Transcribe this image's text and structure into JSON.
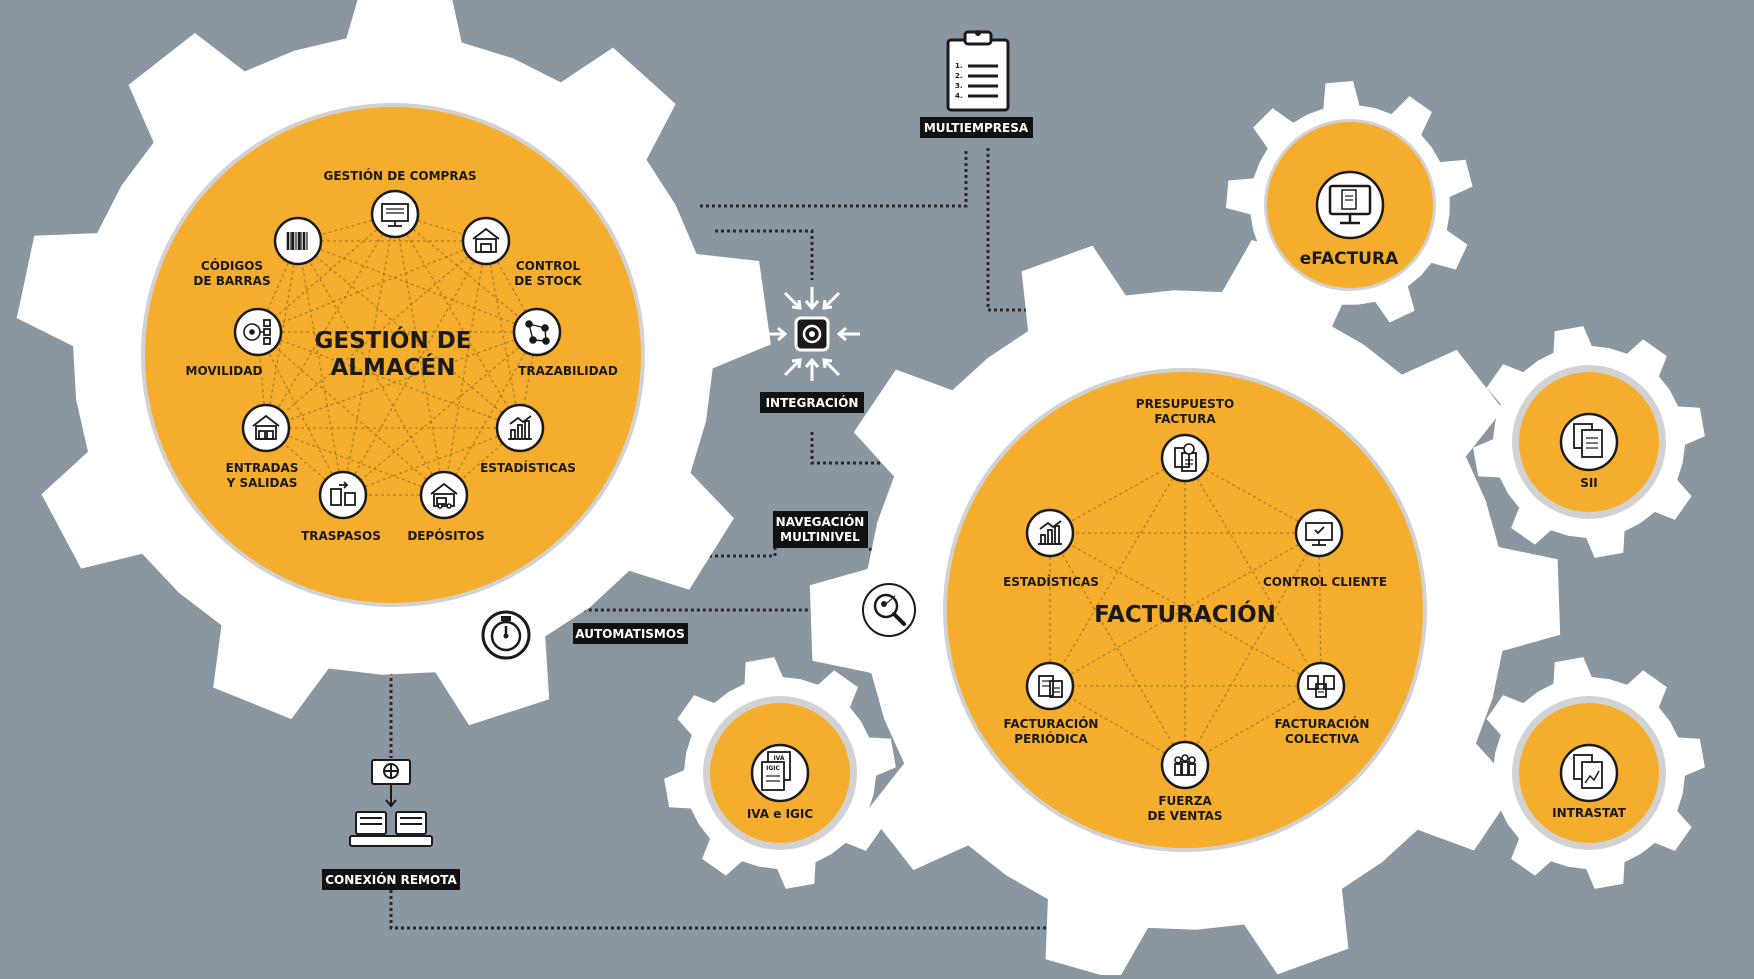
{
  "colors": {
    "background": "#8a96a0",
    "gear": "#ffffff",
    "orange": "#f5ad2d",
    "ring": "#9a9a9a",
    "dark": "#1a1a1a",
    "label_bg": "#111111",
    "label_fg": "#ffffff"
  },
  "almacen": {
    "title_line1": "GESTIÓN DE",
    "title_line2": "ALMACÉN",
    "nodes": [
      {
        "id": "compras",
        "icon": "shopping-cart-monitor-icon",
        "label1": "GESTIÓN DE COMPRAS",
        "label2": ""
      },
      {
        "id": "stock",
        "icon": "warehouse-icon",
        "label1": "CONTROL",
        "label2": "DE STOCK"
      },
      {
        "id": "trazabilidad",
        "icon": "network-nodes-icon",
        "label1": "TRAZABILIDAD",
        "label2": ""
      },
      {
        "id": "estadisticas",
        "icon": "bar-chart-icon",
        "label1": "ESTADÍSTICAS",
        "label2": ""
      },
      {
        "id": "depositos",
        "icon": "truck-warehouse-icon",
        "label1": "DEPÓSITOS",
        "label2": ""
      },
      {
        "id": "traspasos",
        "icon": "transfer-building-icon",
        "label1": "TRASPASOS",
        "label2": ""
      },
      {
        "id": "entradas",
        "icon": "forklift-warehouse-icon",
        "label1": "ENTRADAS",
        "label2": "Y SALIDAS"
      },
      {
        "id": "movilidad",
        "icon": "mobility-icon",
        "label1": "MOVILIDAD",
        "label2": ""
      },
      {
        "id": "codigos",
        "icon": "barcode-icon",
        "label1": "CÓDIGOS",
        "label2": "DE BARRAS"
      }
    ]
  },
  "facturacion": {
    "title": "FACTURACIÓN",
    "nodes": [
      {
        "id": "presupuesto",
        "icon": "budget-document-icon",
        "label1": "PRESUPUESTO",
        "label2": "FACTURA"
      },
      {
        "id": "control_cliente",
        "icon": "client-monitor-icon",
        "label1": "CONTROL CLIENTE",
        "label2": ""
      },
      {
        "id": "colectiva",
        "icon": "collective-invoice-icon",
        "label1": "FACTURACIÓN",
        "label2": "COLECTIVA"
      },
      {
        "id": "fuerza",
        "icon": "sales-team-icon",
        "label1": "FUERZA",
        "label2": "DE VENTAS"
      },
      {
        "id": "periodica",
        "icon": "periodic-invoice-icon",
        "label1": "FACTURACIÓN",
        "label2": "PERIÓDICA"
      },
      {
        "id": "estadisticas",
        "icon": "bar-chart-icon",
        "label1": "ESTADÍSTICAS",
        "label2": ""
      }
    ]
  },
  "satellites": {
    "efactura": {
      "label": "eFACTURA",
      "icon": "monitor-document-icon"
    },
    "sii": {
      "label": "SII",
      "icon": "sii-document-icon"
    },
    "intrastat": {
      "label": "INTRASTAT",
      "icon": "intrastat-document-icon"
    },
    "iva": {
      "label": "IVA e IGIC",
      "icon": "tax-document-icon",
      "doc1": "IVA",
      "doc2": "IGIC"
    }
  },
  "features": {
    "multiempresa": {
      "label": "MULTIEMPRESA",
      "icon": "clipboard-list-icon",
      "list": [
        "1.",
        "2.",
        "3.",
        "4."
      ]
    },
    "integracion": {
      "label": "INTEGRACIÓN",
      "icon": "integration-arrows-icon"
    },
    "navegacion": {
      "label1": "NAVEGACIÓN",
      "label2": "MULTINIVEL",
      "icon": "magnifier-icon"
    },
    "automatismos": {
      "label": "AUTOMATISMOS",
      "icon": "stopwatch-icon"
    },
    "conexion": {
      "label": "CONEXIÓN REMOTA",
      "icon": "remote-computers-icon"
    }
  }
}
